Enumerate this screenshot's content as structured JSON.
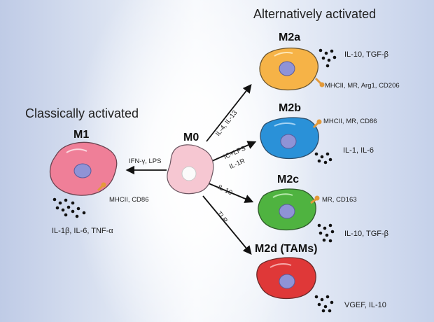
{
  "groups": {
    "alternative": "Alternatively activated",
    "classical": "Classically activated"
  },
  "cells": {
    "m0": {
      "title": "M0",
      "color": "#f6c7d2"
    },
    "m1": {
      "title": "M1",
      "markers": "MHCII, CD86",
      "cytokines": "IL-1β, IL-6, TNF-α",
      "color": "#ef7f98"
    },
    "m2a": {
      "title": "M2a",
      "markers": "MHCII, MR, Arg1, CD206",
      "cytokines": "IL-10, TGF-β",
      "color": "#f6b347"
    },
    "m2b": {
      "title": "M2b",
      "markers": "MHCII, MR, CD86",
      "cytokines": "IL-1, IL-6",
      "color": "#2a91d8"
    },
    "m2c": {
      "title": "M2c",
      "markers": "MR, CD163",
      "cytokines": "IL-10, TGF-β",
      "color": "#4fb340"
    },
    "m2d": {
      "title": "M2d (TAMs)",
      "cytokines": "VGEF, IL-10",
      "color": "#df3838"
    }
  },
  "stimuli": {
    "m1": "IFN-γ, LPS",
    "m2a": "IL-4, IL-13",
    "m2b_top": "IC+LPS",
    "m2b_bottom": "IL-1R",
    "m2c": "IL-10",
    "m2d": "TLR"
  },
  "colors": {
    "nucleus": "#8f93d6",
    "receptor": "#e39a3a",
    "dots": "#111111"
  }
}
